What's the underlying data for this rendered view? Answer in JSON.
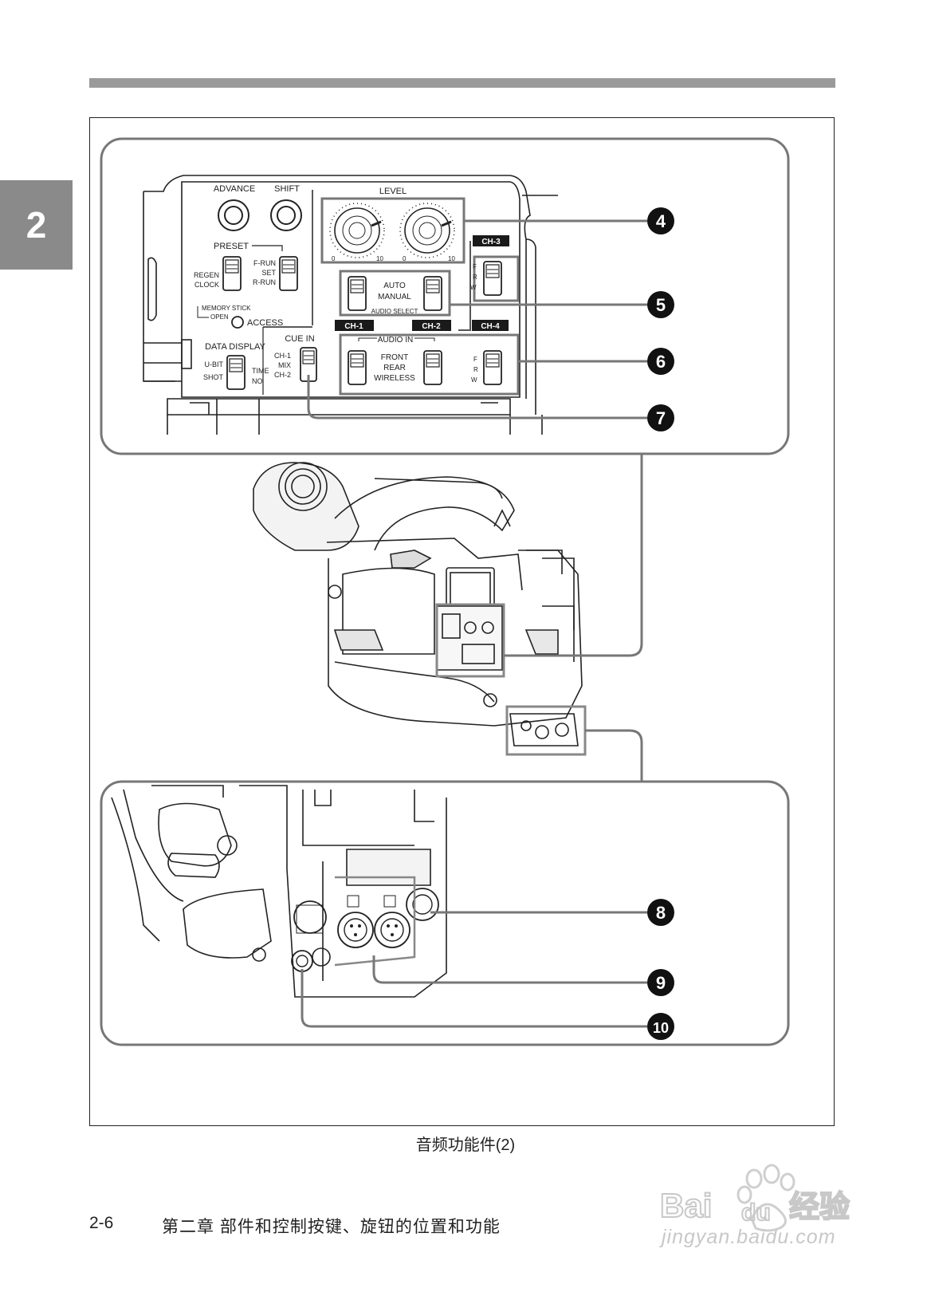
{
  "chapter_tab": "2",
  "panel": {
    "advance": "ADVANCE",
    "shift": "SHIFT",
    "level": "LEVEL",
    "dial_min": "0",
    "dial_max": "10",
    "preset": "PRESET",
    "regen": "REGEN",
    "clock": "CLOCK",
    "f_run": "F-RUN",
    "set": "SET",
    "r_run": "R-RUN",
    "memory_stick": "MEMORY STICK",
    "open": "OPEN",
    "access": "ACCESS",
    "data_display": "DATA DISPLAY",
    "u_bit": "U-BIT",
    "shot": "SHOT",
    "time": "TIME",
    "no": "NO",
    "cue_in": "CUE IN",
    "cue_ch1": "CH-1",
    "cue_mix": "MIX",
    "cue_ch2": "CH-2",
    "auto": "AUTO",
    "manual": "MANUAL",
    "audio_select": "AUDIO SELECT",
    "ch1": "CH-1",
    "ch2": "CH-2",
    "ch3": "CH-3",
    "ch4": "CH-4",
    "audio_in": "AUDIO IN",
    "front": "FRONT",
    "rear": "REAR",
    "wireless": "WIRELESS",
    "f": "F",
    "r": "R",
    "w": "W"
  },
  "callouts": [
    "4",
    "5",
    "6",
    "7",
    "8",
    "9",
    "10"
  ],
  "caption": "音频功能件(2)",
  "footer": {
    "page": "2-6",
    "title": "第二章  部件和控制按键、旋钮的位置和功能"
  },
  "watermark": {
    "brand": "Bai",
    "brand2": "du",
    "brand_cn": "经验",
    "url": "jingyan.baidu.com"
  }
}
